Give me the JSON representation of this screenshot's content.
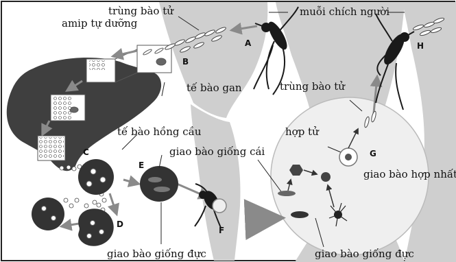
{
  "labels": {
    "sporozoite_top": "trùng bào tử",
    "mosquito_bite": "muỗi chích người",
    "autotrophic_amoeba": "amip tự dưỡng",
    "liver_cell": "tế bào gan",
    "red_blood_cell": "tế bào hồng cầu",
    "female_gametocyte": "giao bào giống cái",
    "male_gametocyte_left": "giao bào giống đực",
    "sporozoite_right": "trùng bào tử",
    "zygote": "hợp tử",
    "fused_gamete": "giao bào hợp nhất",
    "male_gametocyte_right": "giao bào giống đực"
  },
  "stage_letters": {
    "a": "A",
    "b": "B",
    "c": "C",
    "d": "D",
    "e": "E",
    "f": "F",
    "g": "G",
    "h": "H"
  },
  "colors": {
    "skin": "#d0d0d0",
    "liver": "#3f3f3f",
    "lens": "#efefef",
    "mosquito": "#1a1a1a",
    "arrow": "#8a8a8a"
  }
}
